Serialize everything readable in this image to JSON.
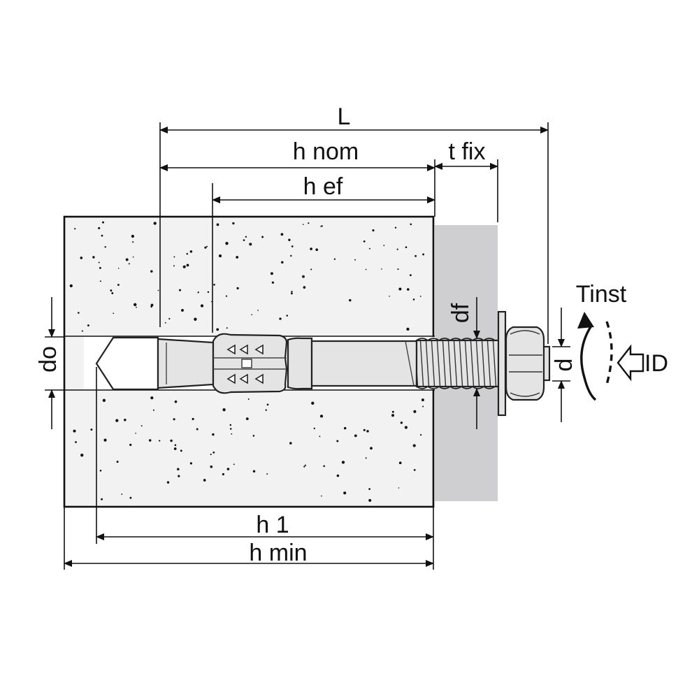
{
  "labels": {
    "L": "L",
    "h_nom": "h nom",
    "t_fix": "t fix",
    "h_ef": "h ef",
    "do": "do",
    "df": "df",
    "d": "d",
    "Tinst": "Tinst",
    "ID": "ID",
    "h1": "h 1",
    "h_min": "h min"
  },
  "colors": {
    "line": "#111111",
    "concrete": "#f2f2f2",
    "fixture_plate": "#cfcfd2",
    "anchor_metal": "#e4e4e4"
  }
}
